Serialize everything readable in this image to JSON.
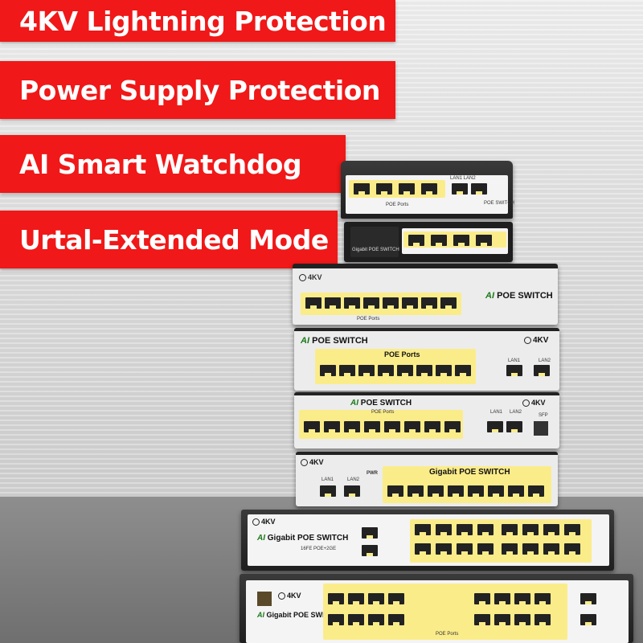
{
  "banners": [
    "4KV Lightning Protection",
    "Power Supply Protection",
    "AI Smart Watchdog",
    "Urtal-Extended Mode"
  ],
  "devices": {
    "d1": {
      "ports": "POE Ports",
      "lan": "LAN1  LAN2",
      "label": "POE SWITCH"
    },
    "d2": {
      "label": "Gigabit POE SWITCH"
    },
    "d3": {
      "kv": "4KV",
      "label": "POE SWITCH",
      "ai": "AI",
      "ports": "POE Ports"
    },
    "d4": {
      "label": "POE SWITCH",
      "ai": "AI",
      "ports": "POE Ports",
      "kv": "4KV",
      "lan1": "LAN1",
      "lan2": "LAN2"
    },
    "d5": {
      "label": "POE SWITCH",
      "ai": "AI",
      "ports": "POE Ports",
      "kv": "4KV",
      "lan1": "LAN1",
      "lan2": "LAN2",
      "sfp": "SFP"
    },
    "d6": {
      "kv": "4KV",
      "pwr": "PWR",
      "lan1": "LAN1",
      "lan2": "LAN2",
      "label": "Gigabit POE SWITCH"
    },
    "d7": {
      "kv": "4KV",
      "ai": "AI",
      "label": "Gigabit POE SWITCH",
      "sub": "16FE POE+2GE"
    },
    "d8": {
      "kv": "4KV",
      "ai": "AI",
      "label": "Gigabit POE SWITCH",
      "ports": "POE Ports"
    }
  }
}
